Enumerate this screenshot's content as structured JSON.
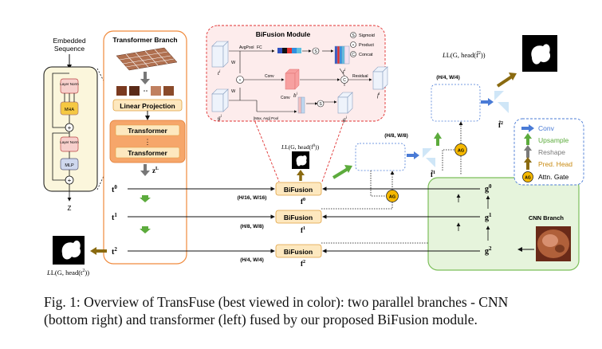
{
  "encoder": {
    "input_label_line1": "Embedded",
    "input_label_line2": "Sequence",
    "layer_norm_1": "Layer Norm",
    "mha": "MHA",
    "layer_norm_2": "Layer Norm",
    "mlp": "MLP",
    "plus": "+",
    "output": "Z"
  },
  "transformer_branch": {
    "title": "Transformer Branch",
    "linear_projection": "Linear Projection",
    "transformer_top": "Transformer",
    "dots": "⋮",
    "transformer_bottom": "Transformer",
    "zL": "z",
    "zL_sup": "L",
    "t0": "t",
    "t0_sup": "0",
    "t1": "t",
    "t1_sup": "1",
    "t2": "t",
    "t2_sup": "2"
  },
  "bifusion_module": {
    "title": "BiFusion Module",
    "avgpool": "AvgPool",
    "fc": "FC",
    "conv_a": "Conv",
    "conv_b": "Conv",
    "residual": "Residual",
    "max_avg_pool": "[Max, Avg] Pool",
    "w_top": "W",
    "w_bottom": "W",
    "t_label": "t",
    "t_sup": "i",
    "t_hat": "t",
    "t_hat_sup": "i",
    "b_label": "b",
    "b_sup": "i",
    "f_label": "f",
    "f_sup": "i",
    "g_label": "g",
    "g_sup": "i",
    "g_hat": "g",
    "g_hat_sup": "i",
    "legend_sigmoid": "Sigmoid",
    "legend_product": "Product",
    "legend_concat": "Concat",
    "sym_s": "S",
    "sym_product": "•",
    "sym_c": "C"
  },
  "fusion": {
    "bifusion_0": "BiFusion",
    "bifusion_1": "BiFusion",
    "bifusion_2": "BiFusion",
    "res_0": "(H/16, W/16)",
    "res_1": "(H/8, W/8)",
    "res_2": "(H/4, W/4)",
    "f0": "f",
    "f0_sup": "0",
    "f1": "f",
    "f1_sup": "1",
    "f2": "f",
    "f2_sup": "2",
    "loss_f0": "L(G, head(f",
    "loss_f0_sup": "0",
    "loss_f0_end": "))"
  },
  "decoder": {
    "res_mid": "(H/8, W/8)",
    "res_top": "(H/4, W/4)",
    "fhat1": "f̂",
    "fhat1_sup": "1",
    "fhat2": "f̂",
    "fhat2_sup": "2",
    "ag1": "AG",
    "ag2": "AG",
    "loss_top": "L(G, head(f̂",
    "loss_top_sup": "2",
    "loss_top_end": "))"
  },
  "cnn_branch": {
    "title": "CNN Branch",
    "g0": "g",
    "g0_sup": "0",
    "g1": "g",
    "g1_sup": "1",
    "g2": "g",
    "g2_sup": "2"
  },
  "loss_t2": {
    "text": "L(G, head(t",
    "sup": "2",
    "end": "))"
  },
  "legend": {
    "conv": "Conv",
    "upsample": "Upsample",
    "reshape": "Reshape",
    "pred_head": "Pred. Head",
    "ag": "AG",
    "attn_gate": "Attn. Gate"
  },
  "colors": {
    "conv": "#4a7bd6",
    "upsample": "#5cab3c",
    "reshape": "#7a7a7a",
    "pred_head": "#8a6a10",
    "ag_fill": "#f5b800",
    "transformer_orange": "#f0a060",
    "bifusion_fill": "#fde8bf",
    "cnn_green": "#7cbf5a",
    "module_pink": "#e57f7f"
  },
  "caption": {
    "line1": "Fig. 1: Overview of TransFuse (best viewed in color): two parallel branches - CNN",
    "line2": "(bottom right) and transformer (left) fused by our proposed BiFusion module."
  }
}
